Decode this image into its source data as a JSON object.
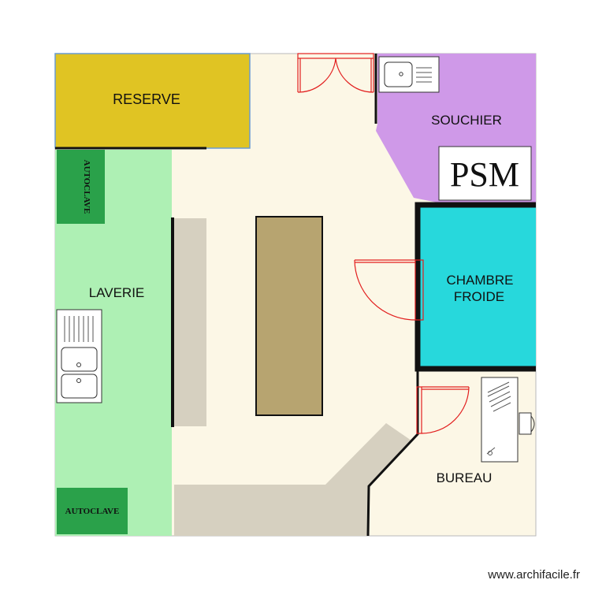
{
  "rooms": {
    "reserve": "RESERVE",
    "souchier": "SOUCHIER",
    "laverie": "LAVERIE",
    "chambre_froide_line1": "CHAMBRE",
    "chambre_froide_line2": "FROIDE",
    "bureau": "BUREAU"
  },
  "labels": {
    "psm": "PSM",
    "autoclave_top": "AUTOCLAVE",
    "autoclave_bottom": "AUTOCLAVE"
  },
  "watermark": "www.archifacile.fr",
  "colors": {
    "floor": "#fcf7e6",
    "reserve": "#e0c423",
    "souchier": "#cf99e8",
    "laverie": "#aef0b4",
    "autoclave": "#2aa14a",
    "chambre_froide": "#27d8dc",
    "counter": "#d6d0c0",
    "island": "#b7a470",
    "door": "#e21f1f",
    "wall": "#111111"
  }
}
